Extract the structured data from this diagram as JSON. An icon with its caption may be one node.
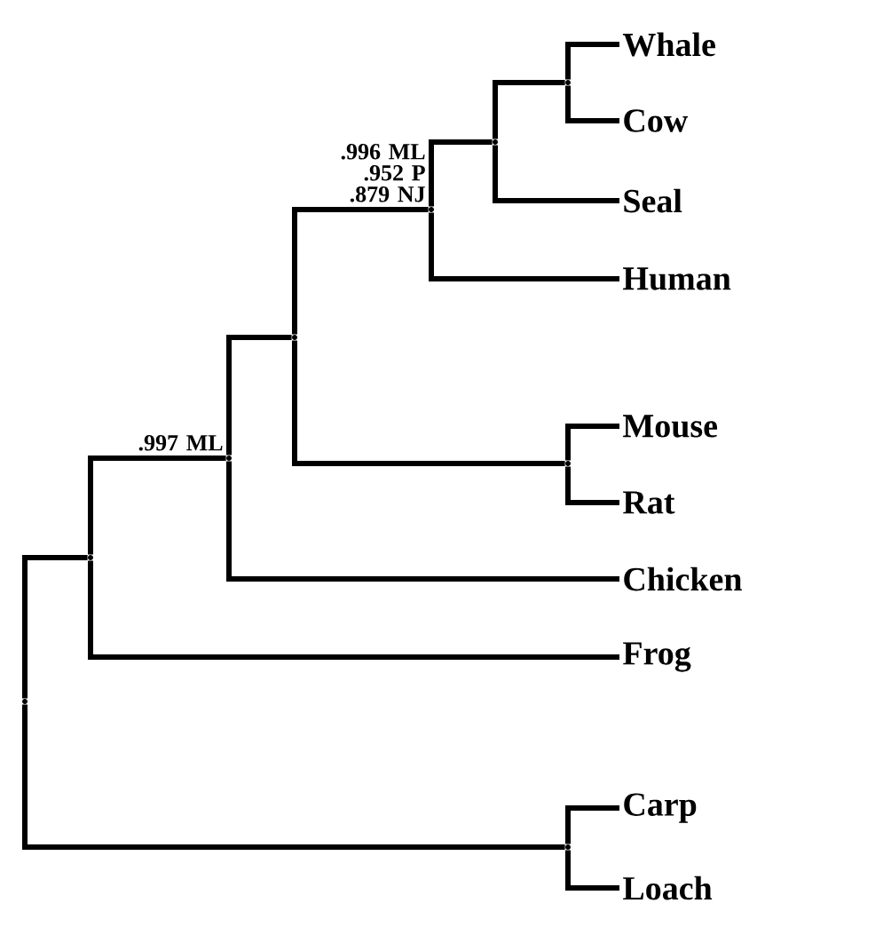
{
  "diagram": {
    "nodes": [
      {
        "text": [
          "Whale"
        ]
      },
      {
        "text": [
          "Cow"
        ]
      },
      {
        "text": [
          "Seal"
        ]
      },
      {
        "text": [
          "Human"
        ]
      },
      {
        "text": [
          "Mouse"
        ]
      },
      {
        "text": [
          "Rat"
        ]
      },
      {
        "text": [
          "Chicken"
        ]
      },
      {
        "text": [
          "Frog"
        ]
      },
      {
        "text": [
          "Carp"
        ]
      },
      {
        "text": [
          "Loach"
        ]
      },
      {
        "text": [],
        "shape": "point"
      },
      {
        "text": [],
        "shape": "point"
      },
      {
        "text": [],
        "shape": "point"
      },
      {
        "text": [],
        "shape": "point"
      },
      {
        "text": [],
        "shape": "point"
      },
      {
        "text": [],
        "shape": "point"
      },
      {
        "text": [],
        "shape": "point"
      },
      {
        "text": [],
        "shape": "point"
      },
      {
        "text": [],
        "shape": "point"
      }
    ],
    "edges": [
      {
        "from": 10,
        "to": 11,
        "arrow": "none"
      },
      {
        "from": 10,
        "to": 18,
        "arrow": "none"
      },
      {
        "from": 11,
        "to": 12,
        "arrow": "none",
        "label": ".997 ML"
      },
      {
        "from": 11,
        "to": 7,
        "arrow": "none"
      },
      {
        "from": 12,
        "to": 13,
        "arrow": "none"
      },
      {
        "from": 12,
        "to": 6,
        "arrow": "none"
      },
      {
        "from": 13,
        "to": 14,
        "arrow": "none",
        "label": ".996 ML .952 P .879 NJ"
      },
      {
        "from": 13,
        "to": 17,
        "arrow": "none"
      },
      {
        "from": 14,
        "to": 15,
        "arrow": "none"
      },
      {
        "from": 14,
        "to": 3,
        "arrow": "none"
      },
      {
        "from": 15,
        "to": 16,
        "arrow": "none"
      },
      {
        "from": 15,
        "to": 2,
        "arrow": "none"
      },
      {
        "from": 16,
        "to": 0,
        "arrow": "none"
      },
      {
        "from": 16,
        "to": 1,
        "arrow": "none"
      },
      {
        "from": 17,
        "to": 4,
        "arrow": "none"
      },
      {
        "from": 17,
        "to": 5,
        "arrow": "none"
      },
      {
        "from": 18,
        "to": 8,
        "arrow": "none"
      },
      {
        "from": 18,
        "to": 9,
        "arrow": "none"
      }
    ]
  }
}
